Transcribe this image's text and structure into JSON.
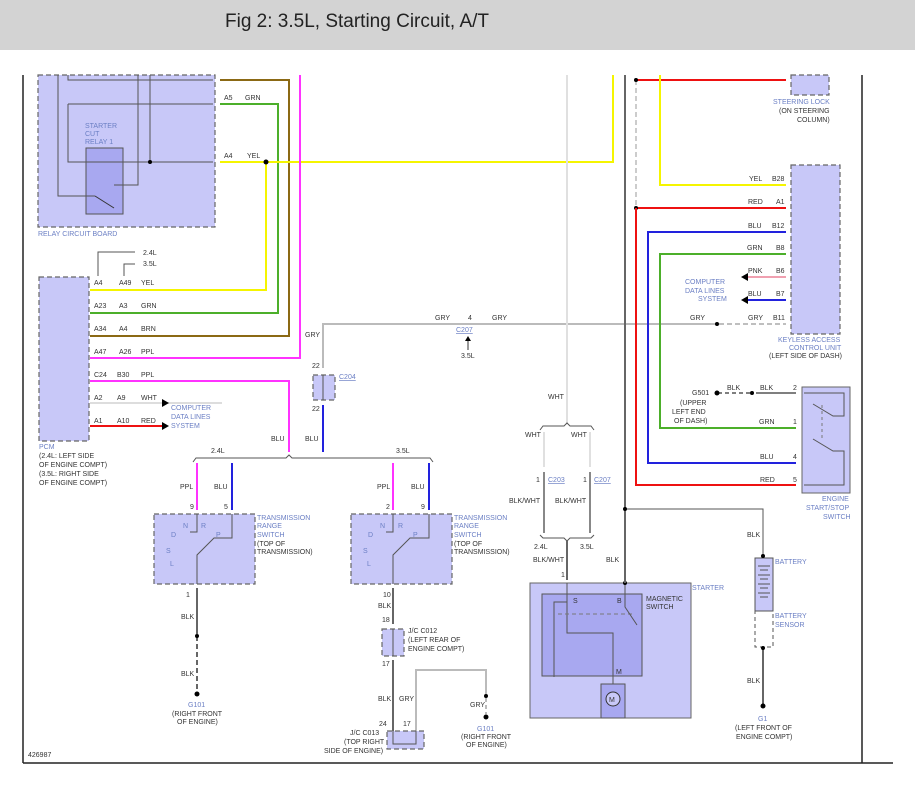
{
  "header": {
    "title": "Fig 2: 3.5L, Starting Circuit, A/T"
  },
  "colors": {
    "yel": "#f5f500",
    "grn": "#4caf2a",
    "brn": "#8b6914",
    "ppl": "#ff33ff",
    "red": "#ee1111",
    "blu": "#2222dd",
    "gry": "#bbbbbb",
    "wht": "#e0e0e0",
    "blk": "#555555",
    "pnk": "#f0a0b0",
    "component_fill": "#c8c8f8",
    "label_blue": "#6b7fc4"
  },
  "diagram_id": "426987",
  "components": {
    "relay_board": {
      "name": "RELAY CIRCUIT BOARD",
      "relay": [
        "STARTER",
        "CUT",
        "RELAY 1"
      ],
      "pins": [
        {
          "pin": "A5",
          "wire": "GRN"
        },
        {
          "pin": "A4",
          "wire": "YEL"
        }
      ]
    },
    "pcm": {
      "name": "PCM",
      "location": [
        "(2.4L: LEFT SIDE",
        "OF ENGINE COMPT)",
        "(3.5L: RIGHT SIDE",
        "OF ENGINE COMPT)"
      ],
      "variant_labels": [
        "2.4L",
        "3.5L"
      ],
      "rows": [
        {
          "pin24": "A4",
          "pin35": "A49",
          "wire": "YEL"
        },
        {
          "pin24": "A23",
          "pin35": "A3",
          "wire": "GRN"
        },
        {
          "pin24": "A34",
          "pin35": "A4",
          "wire": "BRN"
        },
        {
          "pin24": "A47",
          "pin35": "A26",
          "wire": "PPL"
        },
        {
          "pin24": "C24",
          "pin35": "B30",
          "wire": "PPL"
        },
        {
          "pin24": "A2",
          "pin35": "A9",
          "wire": "WHT"
        },
        {
          "pin24": "A1",
          "pin35": "A10",
          "wire": "RED"
        }
      ],
      "data_lines": [
        "COMPUTER",
        "DATA LINES",
        "SYSTEM"
      ]
    },
    "c204": {
      "name": "C204",
      "pin_top": "22",
      "pin_bottom": "22",
      "wire_top": "GRY",
      "wire_bottom": "BLU"
    },
    "c207_top": {
      "name": "C207",
      "pin": "4",
      "wire_left": "GRY",
      "wire_right": "GRY",
      "variant": "3.5L"
    },
    "trs_24": {
      "variant": "2.4L",
      "name": [
        "TRANSMISSION",
        "RANGE",
        "SWITCH",
        "(TOP OF",
        "TRANSMISSION)"
      ],
      "pins": {
        "ppl": "9",
        "blu": "5",
        "out": "1"
      },
      "wires": {
        "ppl": "PPL",
        "blu": "BLU"
      },
      "positions": [
        "N",
        "R",
        "P",
        "D",
        "S",
        "L"
      ]
    },
    "trs_35": {
      "variant": "3.5L",
      "name": [
        "TRANSMISSION",
        "RANGE",
        "SWITCH",
        "(TOP OF",
        "TRANSMISSION)"
      ],
      "pins": {
        "ppl": "2",
        "blu": "9",
        "out": "10"
      },
      "wires": {
        "ppl": "PPL",
        "blu": "BLU"
      },
      "positions": [
        "N",
        "R",
        "P",
        "D",
        "S",
        "L"
      ]
    },
    "left_ground": {
      "wire1": "BLK",
      "wire2": "BLK",
      "name": "G101",
      "location": [
        "(RIGHT FRONT",
        "OF ENGINE)"
      ]
    },
    "jc_c012": {
      "name": [
        "J/C C012",
        "(LEFT REAR OF",
        "ENGINE COMPT)"
      ],
      "pin_top": "18",
      "pin_bottom": "17",
      "wire_in": "BLK"
    },
    "jc_c013": {
      "name": [
        "J/C C013",
        "(TOP RIGHT",
        "SIDE OF ENGINE)"
      ],
      "pin_left": "24",
      "pin_right": "17",
      "wire_left": "BLK",
      "wire_right": "GRY"
    },
    "right_ground": {
      "wire": "GRY",
      "name": "G101",
      "location": [
        "(RIGHT FRONT",
        "OF ENGINE)"
      ]
    },
    "starter_feed": {
      "wire_top": "WHT",
      "wht_left": "WHT",
      "wht_right": "WHT",
      "c203": {
        "name": "C203",
        "pin": "1"
      },
      "c207": {
        "name": "C207",
        "pin": "1"
      },
      "blkwht_left": "BLK/WHT",
      "blkwht_right": "BLK/WHT",
      "variant_left": "2.4L",
      "variant_right": "3.5L",
      "blkwht_out": "BLK/WHT",
      "pin_in": "1",
      "blk": "BLK"
    },
    "starter": {
      "name": "STARTER",
      "switch": [
        "MAGNETIC",
        "SWITCH"
      ],
      "terminals": {
        "s": "S",
        "b": "B",
        "m": "M"
      },
      "motor": "M"
    },
    "steering_lock": {
      "name": [
        "STEERING LOCK",
        "(ON STEERING",
        "COLUMN)"
      ]
    },
    "keyless": {
      "name": [
        "KEYLESS ACCESS",
        "CONTROL UNIT",
        "(LEFT SIDE OF DASH)"
      ],
      "pins": [
        {
          "wire": "YEL",
          "pin": "B28"
        },
        {
          "wire": "RED",
          "pin": "A1"
        },
        {
          "wire": "BLU",
          "pin": "B12"
        },
        {
          "wire": "GRN",
          "pin": "B8"
        },
        {
          "wire": "PNK",
          "pin": "B6"
        },
        {
          "wire": "BLU",
          "pin": "B7"
        },
        {
          "wire": "GRY",
          "pin": "B11"
        }
      ],
      "gry_left": "GRY",
      "data_lines": [
        "COMPUTER",
        "DATA LINES",
        "SYSTEM"
      ]
    },
    "start_switch": {
      "name": [
        "ENGINE",
        "START/STOP",
        "SWITCH"
      ],
      "pins": [
        {
          "wire": "BLK",
          "pin": "2"
        },
        {
          "wire": "GRN",
          "pin": "1"
        },
        {
          "wire": "BLU",
          "pin": "4"
        },
        {
          "wire": "RED",
          "pin": "5"
        }
      ],
      "ground": {
        "name": "G501",
        "wire": "BLK",
        "location": [
          "(UPPER",
          "LEFT END",
          "OF DASH)"
        ]
      }
    },
    "battery": {
      "name": "BATTERY",
      "sensor": [
        "BATTERY",
        "SENSOR"
      ],
      "wire_top": "BLK",
      "wire_bottom": "BLK",
      "ground": {
        "name": "G1",
        "location": [
          "(LEFT FRONT OF",
          "ENGINE COMPT)"
        ]
      }
    }
  }
}
